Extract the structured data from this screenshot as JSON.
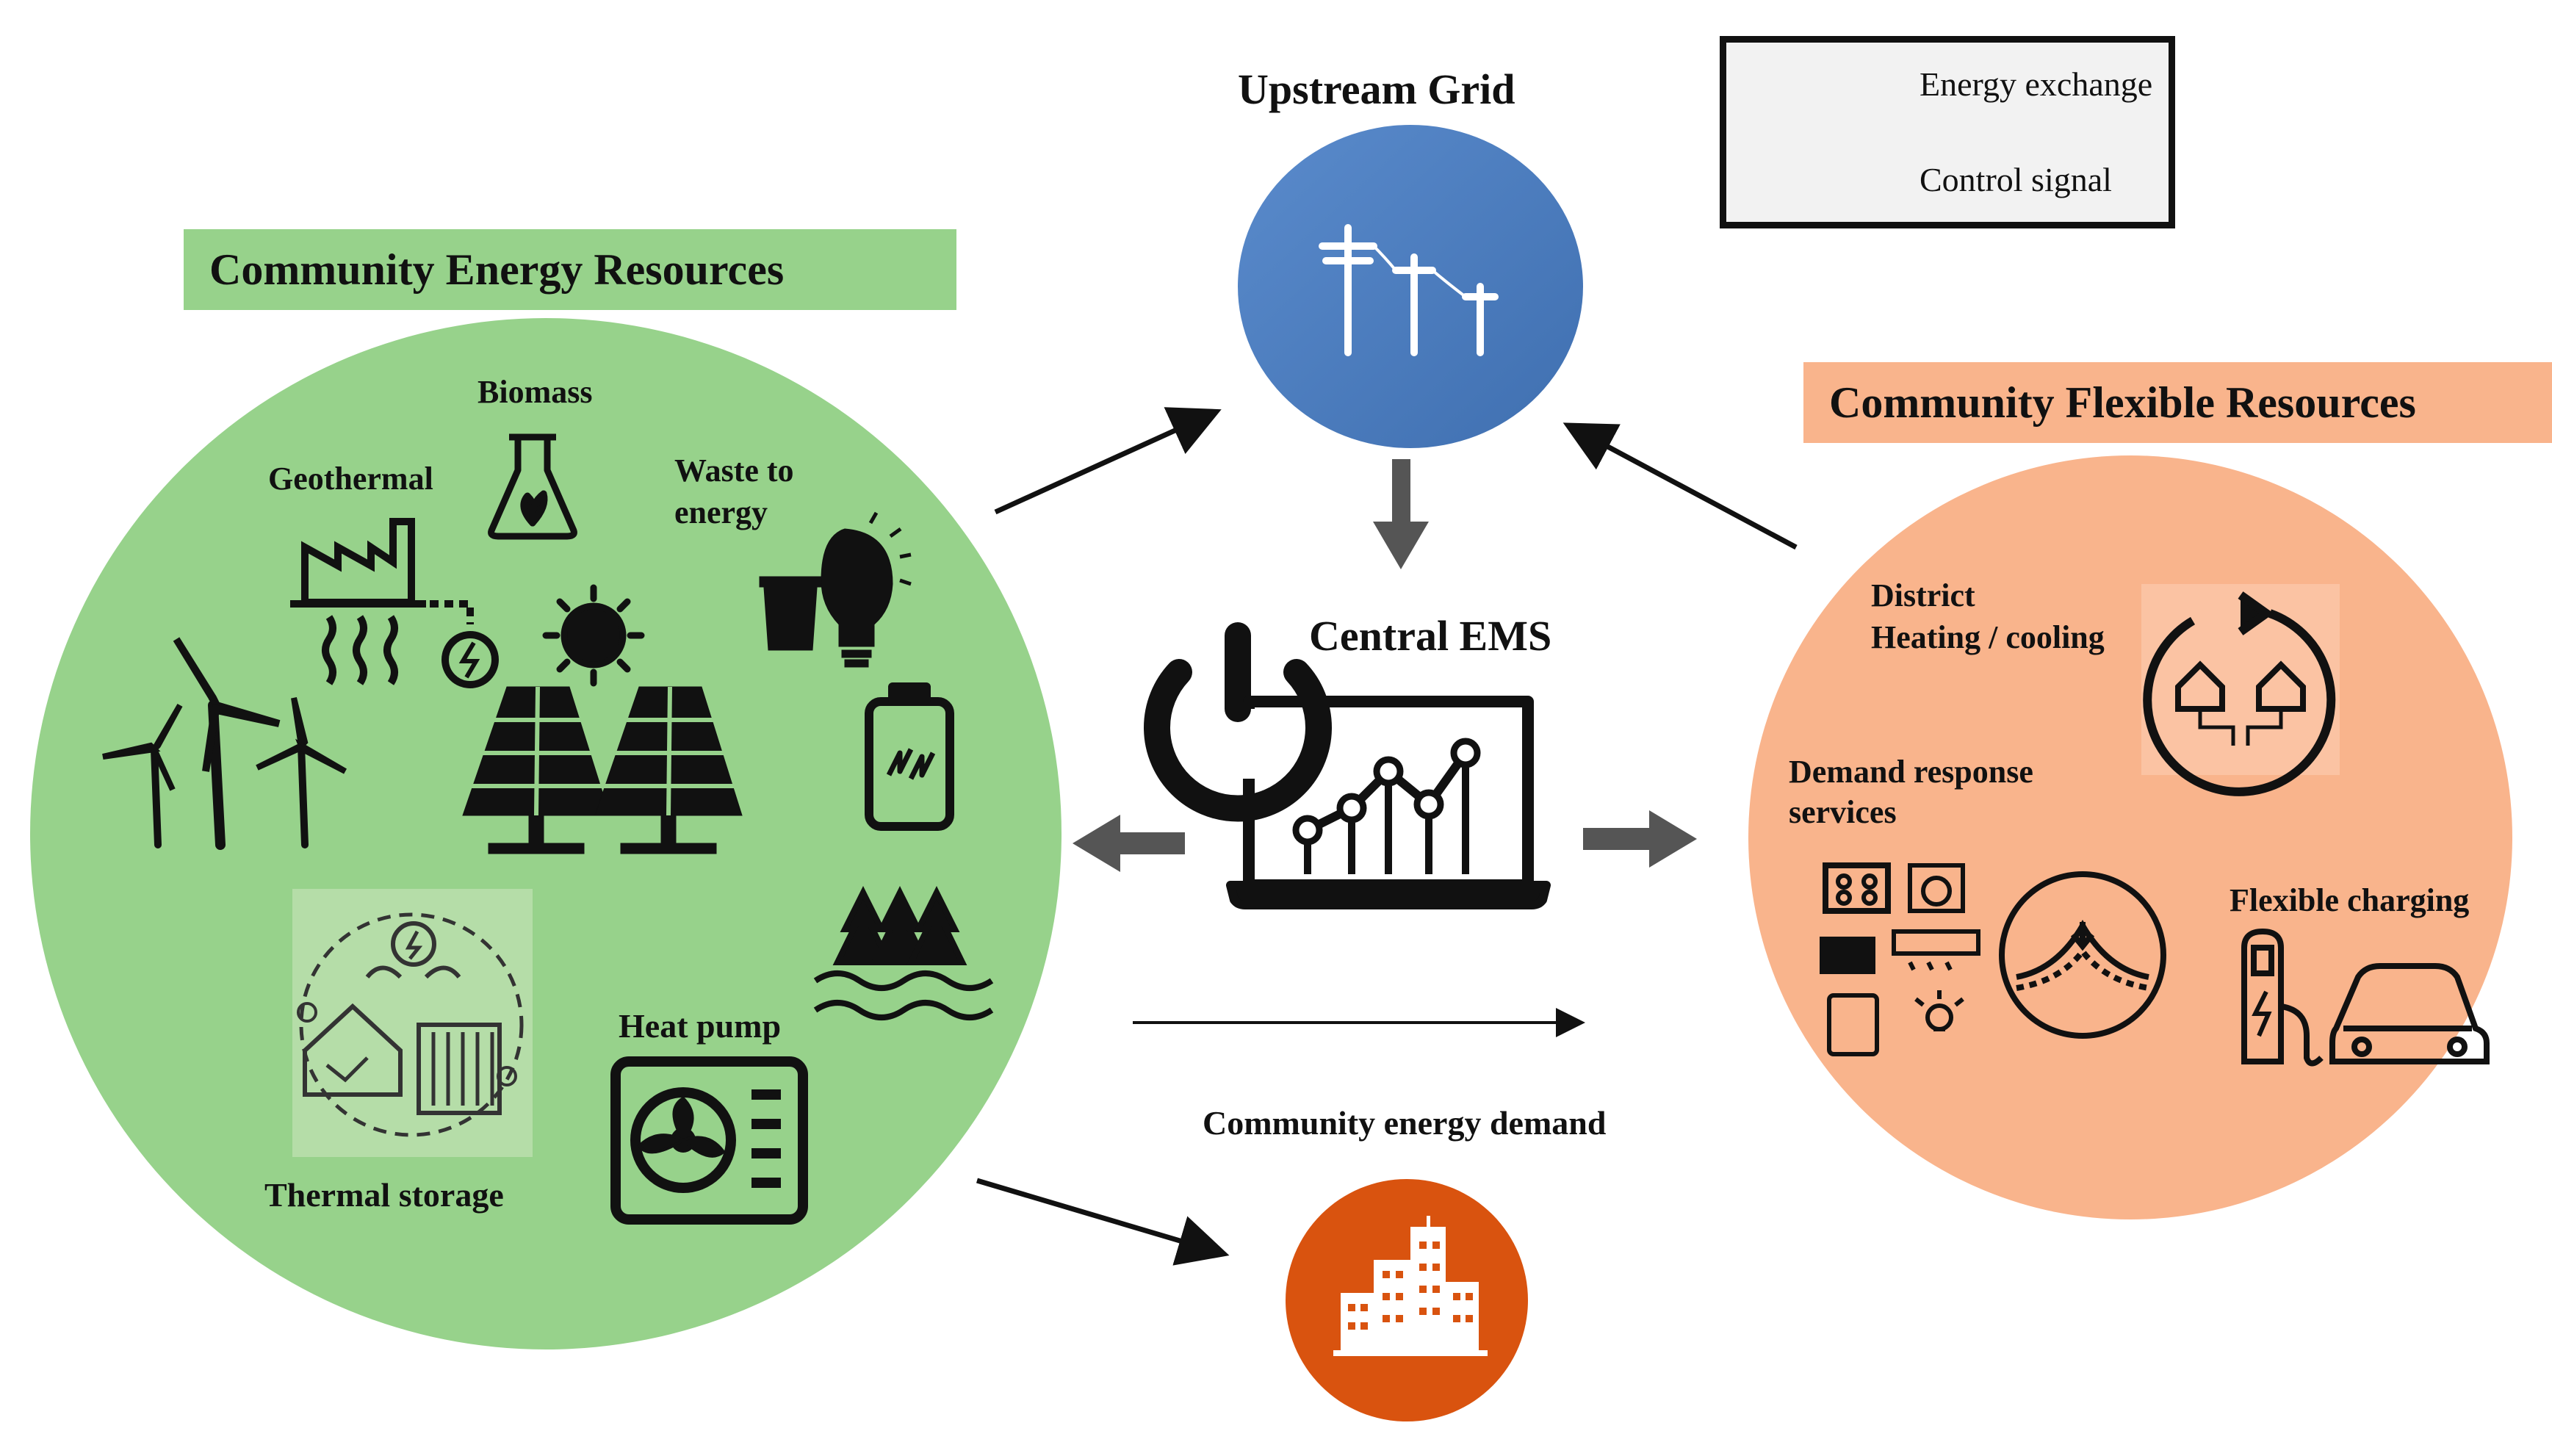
{
  "title": "Upstream Grid",
  "legend": {
    "energy_exchange": "Energy exchange",
    "control_signal": "Control signal"
  },
  "community_energy_resources": {
    "banner": "Community Energy Resources",
    "color": "#97d28b",
    "items": {
      "biomass": "Biomass",
      "geothermal": "Geothermal",
      "waste_line1": "Waste to",
      "waste_line2": "energy",
      "heat_pump": "Heat pump",
      "thermal_storage": "Thermal storage"
    }
  },
  "central_ems": "Central EMS",
  "community_flexible_resources": {
    "banner": "Community Flexible Resources",
    "color": "#f9b48c",
    "items": {
      "district_line1": "District",
      "district_line2": "Heating / cooling",
      "demand_line1": "Demand response",
      "demand_line2": "services",
      "flexible_charging": "Flexible charging"
    }
  },
  "community_energy_demand": "Community energy demand",
  "colors": {
    "grid": "#4f7fbf",
    "demand": "#d9530f",
    "control_arrow": "#555555"
  }
}
